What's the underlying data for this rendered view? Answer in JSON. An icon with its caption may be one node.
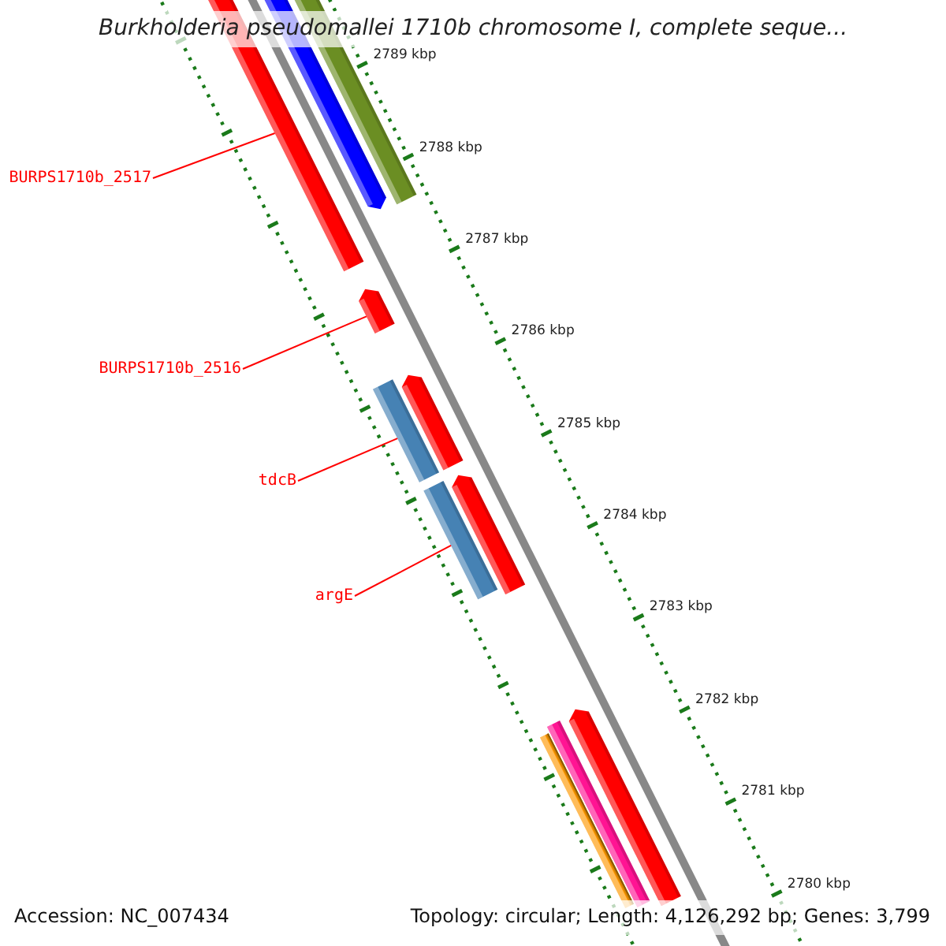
{
  "diagram": {
    "title": "Burkholderia pseudomallei 1710b chromosome I, complete seque...",
    "nodes": [
      {
        "text": [
          "BURPS1710b_2517"
        ]
      },
      {
        "text": [],
        "shape": "bar"
      },
      {
        "text": [],
        "shape": "bar"
      },
      {
        "text": [],
        "shape": "bar"
      },
      {
        "text": [
          "BURPS1710b_2516"
        ]
      },
      {
        "text": [],
        "shape": "bar"
      },
      {
        "text": [
          "tdcB"
        ]
      },
      {
        "text": [],
        "shape": "bar"
      },
      {
        "text": [],
        "shape": "bar"
      },
      {
        "text": [
          "argE"
        ]
      },
      {
        "text": [],
        "shape": "bar"
      },
      {
        "text": [],
        "shape": "bar"
      },
      {
        "text": [],
        "shape": "bar"
      },
      {
        "text": [],
        "shape": "bar"
      },
      {
        "text": [],
        "shape": "bar"
      }
    ],
    "edges": [
      {
        "from": 0,
        "to": 1,
        "arrow": "none"
      },
      {
        "from": 4,
        "to": 5,
        "arrow": "none"
      },
      {
        "from": 6,
        "to": 7,
        "arrow": "none"
      },
      {
        "from": 9,
        "to": 10,
        "arrow": "none"
      }
    ],
    "labels": [
      "2789 kbp",
      "2788 kbp",
      "2787 kbp",
      "2786 kbp",
      "2785 kbp",
      "2784 kbp",
      "2783 kbp",
      "2782 kbp",
      "2781 kbp",
      "2780 kbp",
      "Accession: NC_007434",
      "Topology: circular; Length: 4,126,292 bp; Genes: 3,799"
    ]
  }
}
